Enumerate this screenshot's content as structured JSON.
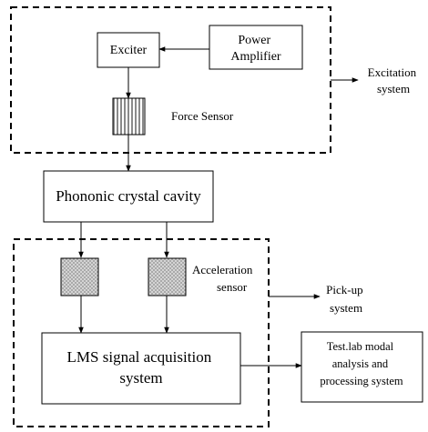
{
  "diagram": {
    "excitation_group": {
      "label_lines": [
        "Excitation",
        "system"
      ],
      "exciter": "Exciter",
      "power_amplifier_lines": [
        "Power",
        "Amplifier"
      ],
      "force_sensor": "Force Sensor"
    },
    "cavity": "Phononic crystal cavity",
    "pickup_group": {
      "label_lines": [
        "Pick-up",
        "system"
      ],
      "acceleration_sensor_lines": [
        "Acceleration",
        "sensor"
      ],
      "lms_lines": [
        "LMS signal acquisition",
        "system"
      ]
    },
    "testlab_lines": [
      "Test.lab modal",
      "analysis and",
      "processing system"
    ],
    "colors": {
      "line": "#000000",
      "background": "#ffffff",
      "force_sensor_stripes": "#8a8a8a",
      "accel_sensor_fill": "#bdbdbd"
    }
  }
}
